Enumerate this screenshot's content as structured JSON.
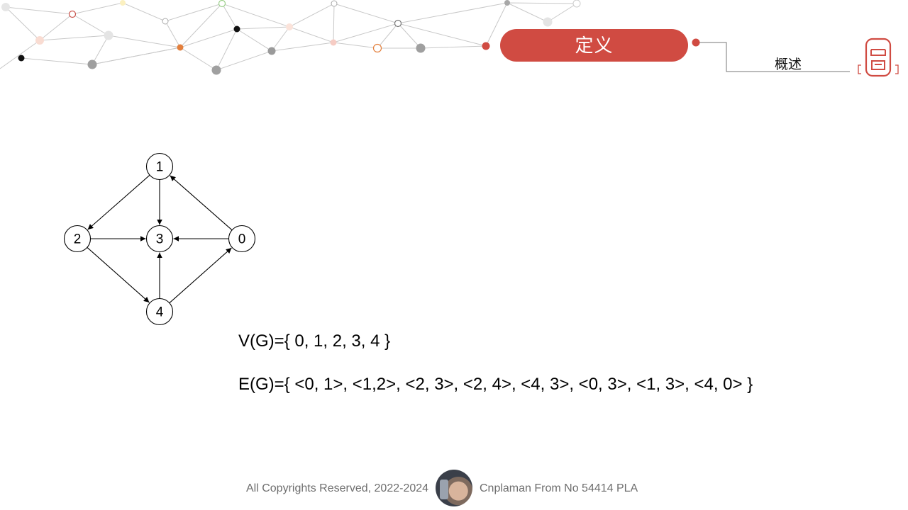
{
  "header": {
    "title": "定义",
    "section": "概述",
    "accent_color": "#d04b42",
    "logo_icon": "red-seal-logo-icon"
  },
  "graph": {
    "nodes": [
      "1",
      "2",
      "3",
      "0",
      "4"
    ],
    "edges": [
      [
        "0",
        "1"
      ],
      [
        "1",
        "2"
      ],
      [
        "2",
        "3"
      ],
      [
        "2",
        "4"
      ],
      [
        "4",
        "3"
      ],
      [
        "0",
        "3"
      ],
      [
        "1",
        "3"
      ],
      [
        "4",
        "0"
      ]
    ]
  },
  "formulas": {
    "vertices": "V(G)={ 0, 1, 2, 3, 4 }",
    "edges": "E(G)={ <0, 1>, <1,2>, <2, 3>, <2, 4>, <4, 3>, <0, 3>, <1, 3>, <4, 0> }"
  },
  "footer": {
    "copyright": "All Copyrights Reserved, 2022-2024",
    "author": "Cnplaman From No 54414 PLA"
  }
}
